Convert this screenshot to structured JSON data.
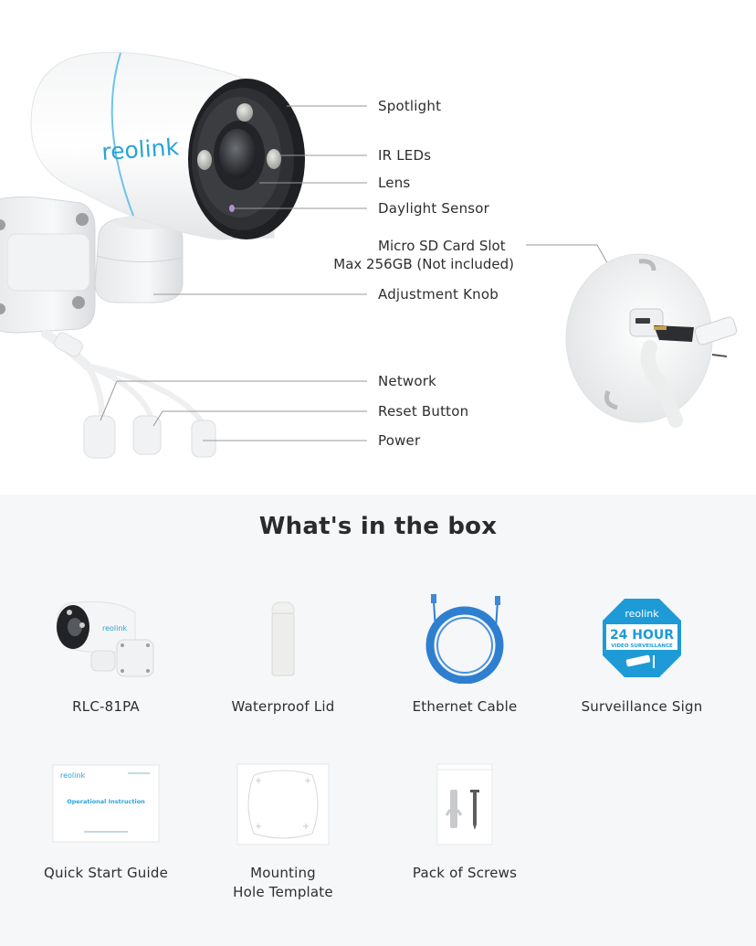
{
  "diagram": {
    "camera_brand": "reolink",
    "callouts": [
      {
        "id": "spotlight",
        "label": "Spotlight"
      },
      {
        "id": "ir-leds",
        "label": "IR LEDs"
      },
      {
        "id": "lens",
        "label": "Lens"
      },
      {
        "id": "daylight-sensor",
        "label": "Daylight Sensor"
      },
      {
        "id": "micro-sd",
        "label": "Micro SD Card Slot",
        "sublabel": "Max 256GB (Not included)"
      },
      {
        "id": "adjustment-knob",
        "label": "Adjustment Knob"
      },
      {
        "id": "network",
        "label": "Network"
      },
      {
        "id": "reset-button",
        "label": "Reset Button"
      },
      {
        "id": "power",
        "label": "Power"
      }
    ]
  },
  "in_the_box": {
    "title": "What's in the box",
    "items": [
      {
        "name": "RLC-81PA",
        "icon": "camera-icon"
      },
      {
        "name": "Waterproof Lid",
        "icon": "waterproof-lid-icon"
      },
      {
        "name": "Ethernet Cable",
        "icon": "ethernet-cable-icon"
      },
      {
        "name": "Surveillance Sign",
        "icon": "surveillance-sign-icon"
      },
      {
        "name": "Quick Start Guide",
        "icon": "guide-icon"
      },
      {
        "name": "Mounting\nHole Template",
        "line1": "Mounting",
        "line2": "Hole Template",
        "icon": "template-icon"
      },
      {
        "name": "Pack of Screws",
        "icon": "screws-icon"
      }
    ],
    "sign": {
      "brand": "reolink",
      "headline": "24 HOUR",
      "subline": "VIDEO SURVEILLANCE"
    },
    "guide": {
      "brand": "reolink",
      "title": "Operational Instruction"
    }
  },
  "colors": {
    "brand_blue": "#2aa3d8",
    "sign_blue": "#1e9bd7",
    "cable_blue": "#2f7fd0",
    "section_bg": "#f6f7f9",
    "text": "#2e2e2e"
  }
}
